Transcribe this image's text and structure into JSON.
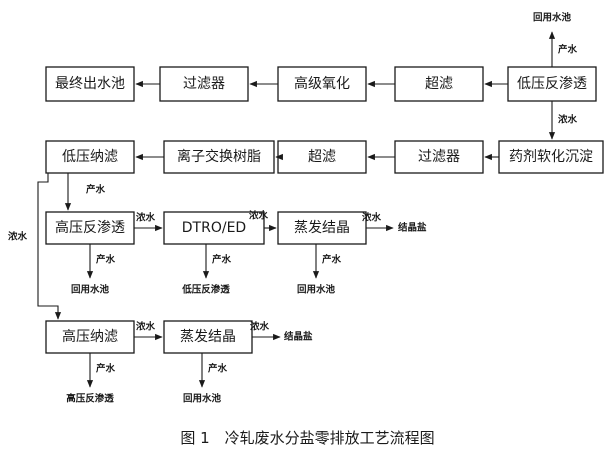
{
  "boxes": {
    "final_pool": "最终出水池",
    "filter_top": "过滤器",
    "advanced_oxidation": "高级氧化",
    "uf_top": "超滤",
    "lp_ro": "低压反渗透",
    "lp_nf": "低压纳滤",
    "ion_exchange": "离子交换树脂",
    "uf_mid": "超滤",
    "filter_mid": "过滤器",
    "softening": "药剂软化沉淀",
    "hp_ro": "高压反渗透",
    "dtro": "DTRO/ED",
    "evap_1": "蒸发结晶",
    "hp_nf": "高压纳滤",
    "evap_2": "蒸发结晶"
  },
  "labels": {
    "reuse_pool_top": "回用水池",
    "product_top": "产水",
    "concentrate_right": "浓水",
    "product_lpnf": "产水",
    "concentrate_left": "浓水",
    "concentrate_hpro": "浓水",
    "product_hpro": "产水",
    "reuse_hpro": "回用水池",
    "concentrate_dtro": "浓水",
    "product_dtro": "产水",
    "to_lp_ro": "低压反渗透",
    "concentrate_evap1": "浓水",
    "salt_1": "结晶盐",
    "product_evap1": "产水",
    "reuse_evap1": "回用水池",
    "concentrate_hpnf": "浓水",
    "concentrate_evap2": "浓水",
    "salt_2": "结晶盐",
    "product_hpnf": "产水",
    "to_hp_ro": "高压反渗透",
    "product_evap2": "产水",
    "reuse_evap2": "回用水池"
  },
  "caption": "图 1　冷轧废水分盐零排放工艺流程图"
}
